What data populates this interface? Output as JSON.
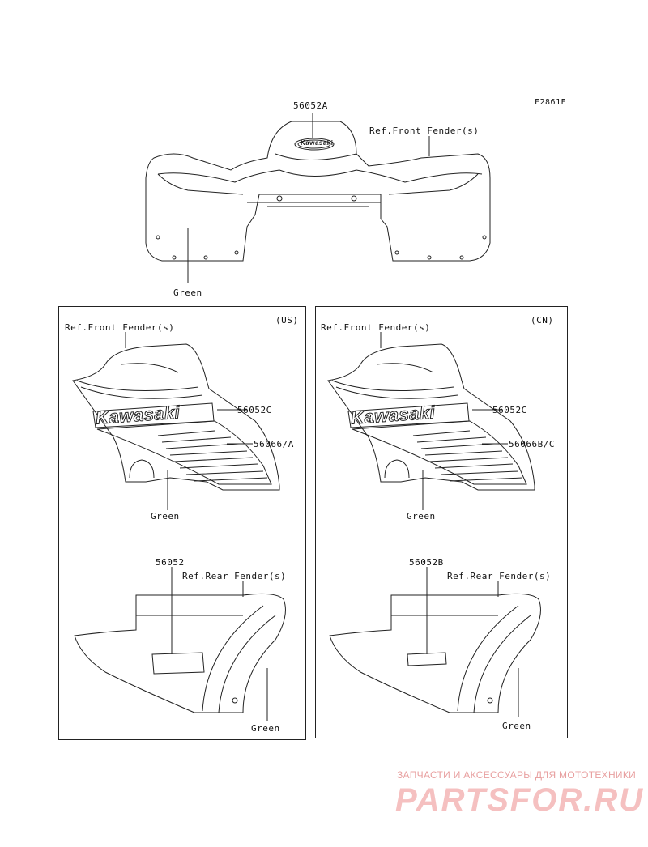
{
  "figure_code": "F2861E",
  "top": {
    "part": "56052A",
    "ref": "Ref.Front Fender(s)",
    "color": "Green",
    "badge": "Kawasaki"
  },
  "panel_us": {
    "region": "(US)",
    "ref_front": "Ref.Front Fender(s)",
    "part_logo": "56052C",
    "part_stripe": "56066/A",
    "color_front": "Green",
    "part_rear": "56052",
    "ref_rear": "Ref.Rear Fender(s)",
    "color_rear": "Green",
    "logo_text": "Kawasaki"
  },
  "panel_cn": {
    "region": "(CN)",
    "ref_front": "Ref.Front Fender(s)",
    "part_logo": "56052C",
    "part_stripe": "56066B/C",
    "color_front": "Green",
    "part_rear": "56052B",
    "ref_rear": "Ref.Rear Fender(s)",
    "color_rear": "Green",
    "logo_text": "Kawasaki"
  },
  "watermark": {
    "line1": "ЗАПЧАСТИ И АКСЕССУАРЫ ДЛЯ МОТОТЕХНИКИ",
    "line2": "PARTSFOR.RU"
  }
}
